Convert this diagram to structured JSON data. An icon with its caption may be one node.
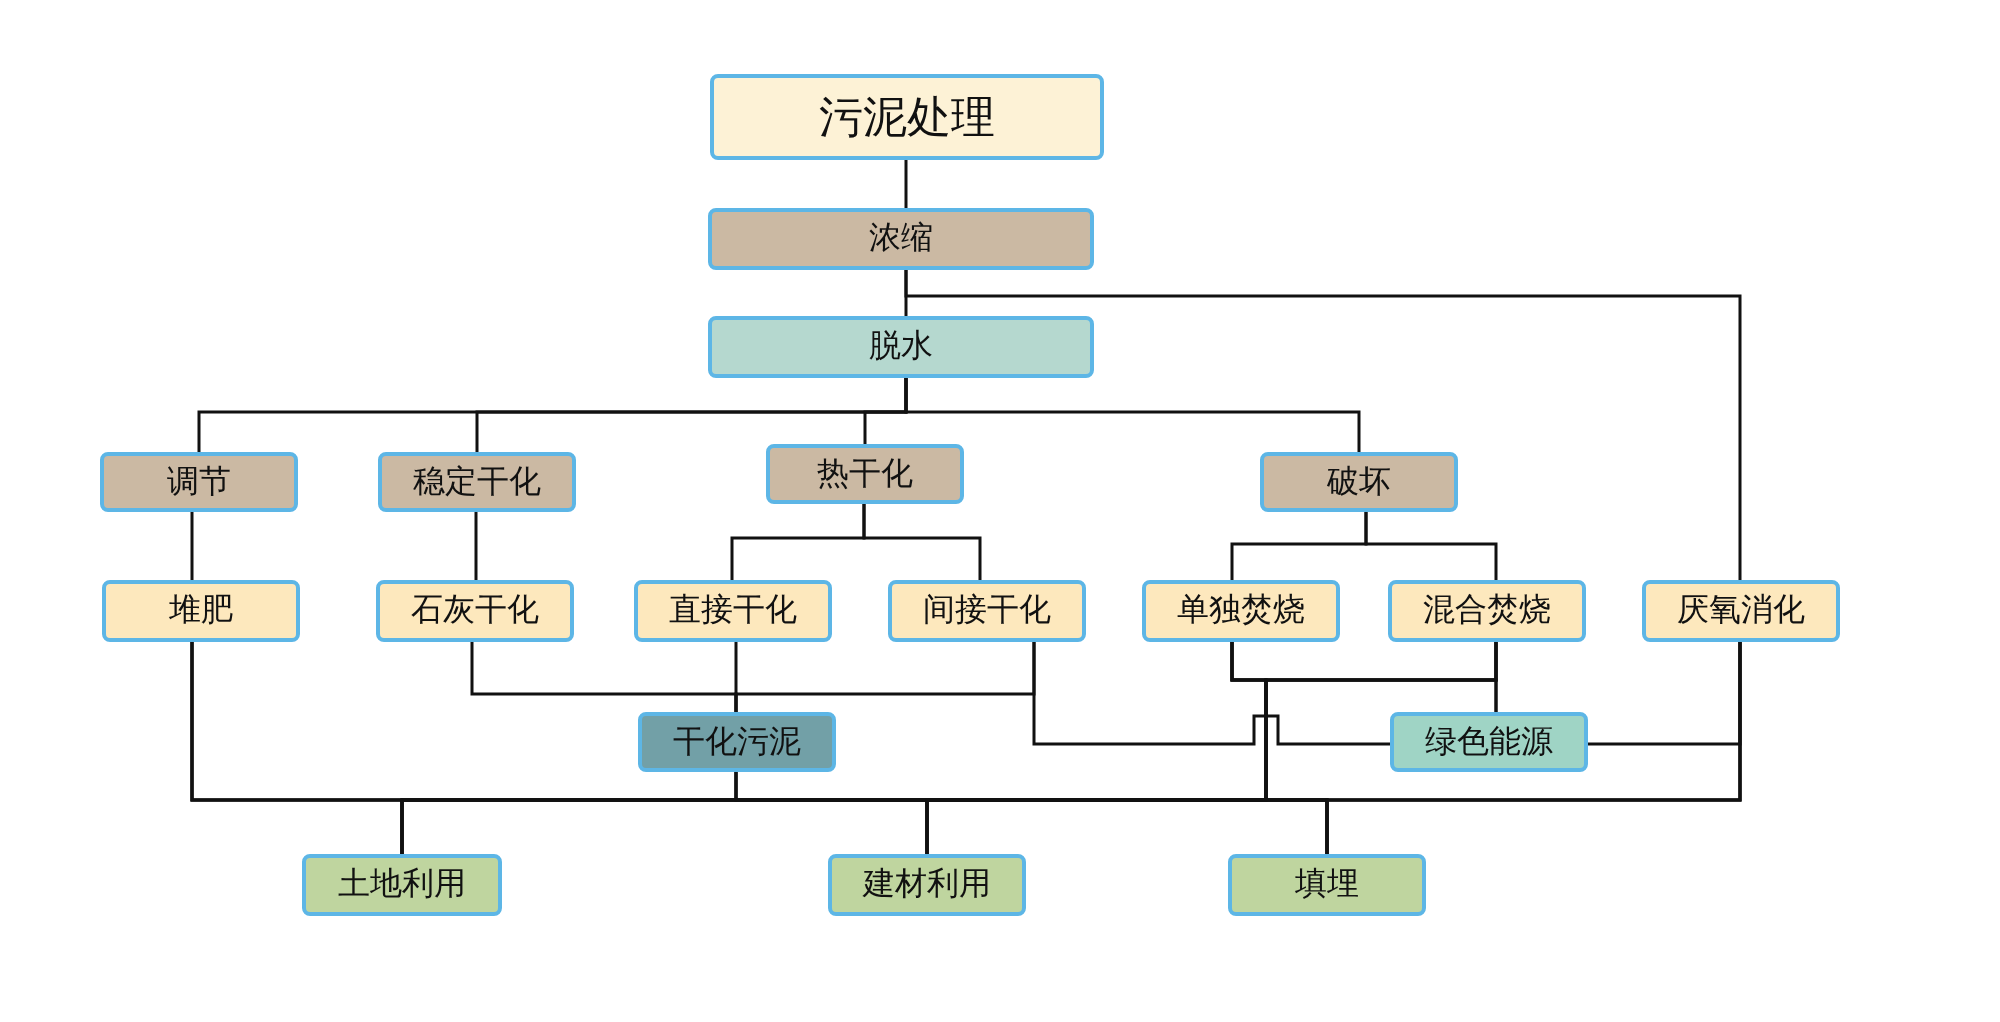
{
  "diagram": {
    "nodes": [
      {
        "text": [
          "污泥处理"
        ]
      },
      {
        "text": [
          "浓缩"
        ]
      },
      {
        "text": [
          "脱水"
        ]
      },
      {
        "text": [
          "调节"
        ]
      },
      {
        "text": [
          "稳定干化"
        ]
      },
      {
        "text": [
          "热干化"
        ]
      },
      {
        "text": [
          "破坏"
        ]
      },
      {
        "text": [
          "堆肥"
        ]
      },
      {
        "text": [
          "石灰干化"
        ]
      },
      {
        "text": [
          "直接干化"
        ]
      },
      {
        "text": [
          "间接干化"
        ]
      },
      {
        "text": [
          "单独焚烧"
        ]
      },
      {
        "text": [
          "混合焚烧"
        ]
      },
      {
        "text": [
          "厌氧消化"
        ]
      },
      {
        "text": [
          "干化污泥"
        ]
      },
      {
        "text": [
          "绿色能源"
        ]
      },
      {
        "text": [
          "土地利用"
        ]
      },
      {
        "text": [
          "建材利用"
        ]
      },
      {
        "text": [
          "填埋"
        ]
      }
    ],
    "edges": [
      {
        "from": 0,
        "to": 1,
        "arrow": "none"
      },
      {
        "from": 1,
        "to": 2,
        "arrow": "none"
      },
      {
        "from": 1,
        "to": 13,
        "arrow": "none"
      },
      {
        "from": 2,
        "to": 3,
        "arrow": "none"
      },
      {
        "from": 2,
        "to": 4,
        "arrow": "none"
      },
      {
        "from": 2,
        "to": 5,
        "arrow": "none"
      },
      {
        "from": 2,
        "to": 6,
        "arrow": "none"
      },
      {
        "from": 3,
        "to": 7,
        "arrow": "none"
      },
      {
        "from": 4,
        "to": 8,
        "arrow": "none"
      },
      {
        "from": 5,
        "to": 9,
        "arrow": "none"
      },
      {
        "from": 5,
        "to": 10,
        "arrow": "none"
      },
      {
        "from": 6,
        "to": 11,
        "arrow": "none"
      },
      {
        "from": 6,
        "to": 12,
        "arrow": "none"
      },
      {
        "from": 8,
        "to": 14,
        "arrow": "none"
      },
      {
        "from": 9,
        "to": 14,
        "arrow": "none"
      },
      {
        "from": 10,
        "to": 14,
        "arrow": "none"
      },
      {
        "from": 10,
        "to": 15,
        "arrow": "none"
      },
      {
        "from": 11,
        "to": 15,
        "arrow": "none"
      },
      {
        "from": 12,
        "to": 15,
        "arrow": "none"
      },
      {
        "from": 13,
        "to": 15,
        "arrow": "none"
      },
      {
        "from": 7,
        "to": 16,
        "arrow": "none"
      },
      {
        "from": 7,
        "to": 17,
        "arrow": "none"
      },
      {
        "from": 7,
        "to": 18,
        "arrow": "none"
      },
      {
        "from": 14,
        "to": 16,
        "arrow": "none"
      },
      {
        "from": 14,
        "to": 17,
        "arrow": "none"
      },
      {
        "from": 14,
        "to": 18,
        "arrow": "none"
      },
      {
        "from": 11,
        "to": 16,
        "arrow": "none"
      },
      {
        "from": 11,
        "to": 17,
        "arrow": "none"
      },
      {
        "from": 11,
        "to": 18,
        "arrow": "none"
      },
      {
        "from": 12,
        "to": 16,
        "arrow": "none"
      },
      {
        "from": 12,
        "to": 17,
        "arrow": "none"
      },
      {
        "from": 12,
        "to": 18,
        "arrow": "none"
      },
      {
        "from": 13,
        "to": 16,
        "arrow": "none"
      },
      {
        "from": 13,
        "to": 17,
        "arrow": "none"
      },
      {
        "from": 13,
        "to": 18,
        "arrow": "none"
      }
    ]
  }
}
